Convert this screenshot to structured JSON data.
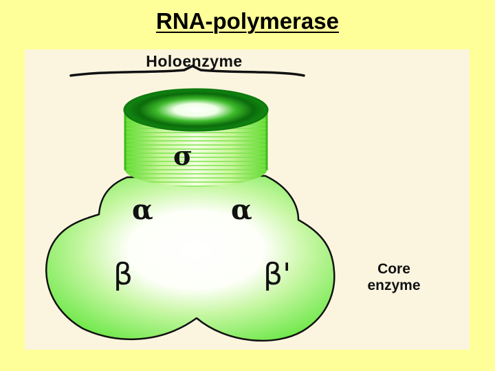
{
  "slide": {
    "title": "RNA-polymerase",
    "background_color": "#FFFF99",
    "panel_color": "#FBF5DF"
  },
  "diagram": {
    "holoenzyme_label": "Holoenzyme",
    "core_label_line1": "Core",
    "core_label_line2": "enzyme",
    "subunits": {
      "sigma": "σ",
      "alpha_left": "α",
      "alpha_right": "α",
      "beta": "β",
      "beta_prime": "β'"
    },
    "colors": {
      "green_light": "#7EF05A",
      "green_dark": "#0A6E0A",
      "outline": "#111111",
      "highlight": "#FFFFFF"
    }
  }
}
